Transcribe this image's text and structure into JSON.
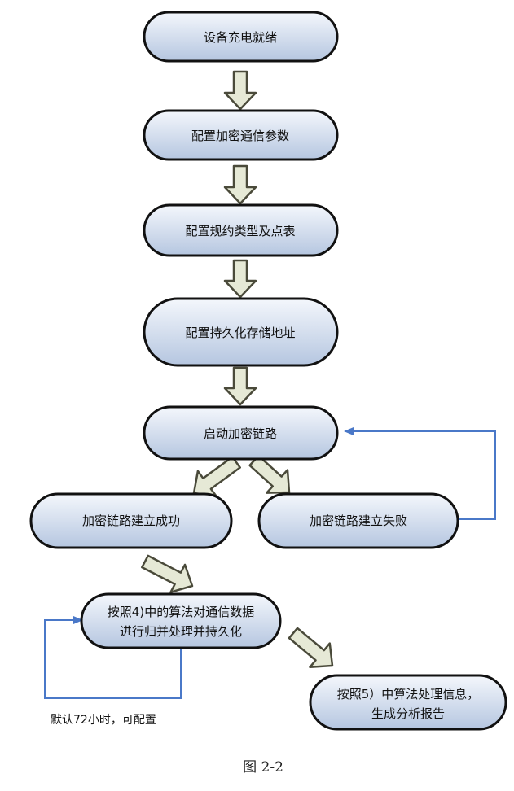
{
  "nodes": {
    "device_ready": "设备充电就绪",
    "config_encrypt_params": "配置加密通信参数",
    "config_protocol_points": "配置规约类型及点表",
    "config_storage_address": "配置持久化存储地址",
    "start_encrypted_link": "启动加密链路",
    "link_success": "加密链路建立成功",
    "link_failure": "加密链路建立失败",
    "merge_persist_line1": "按照4)中的算法对通信数据",
    "merge_persist_line2": "进行归并处理并持久化",
    "report_line1": "按照5）中算法处理信息，",
    "report_line2": "生成分析报告"
  },
  "note": "默认72小时，可配置",
  "caption": "图 2-2",
  "colors": {
    "node_fill_top": "#f4f7fc",
    "node_fill_bottom": "#b5c6e0",
    "node_border": "#111111",
    "arrow_fill": "#e6e9d6",
    "arrow_stroke": "#4a4a3a",
    "loop_line": "#4a78c8"
  }
}
